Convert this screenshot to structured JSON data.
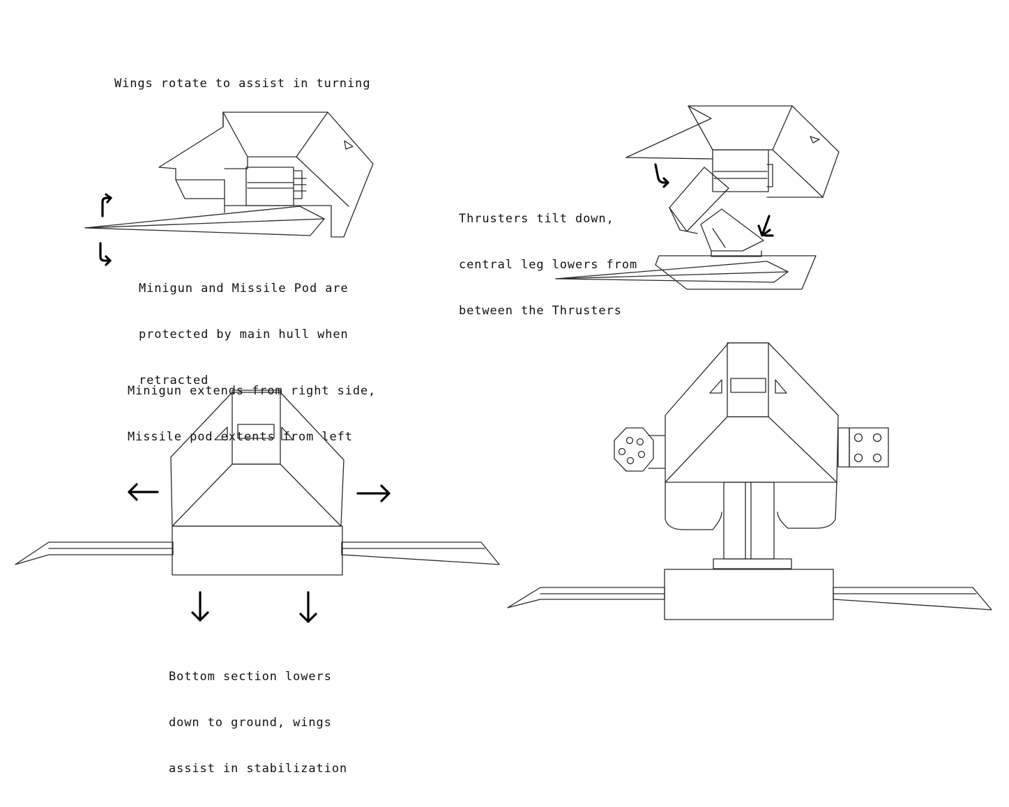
{
  "captions": {
    "wings": "Wings rotate to assist in turning",
    "guns_protected": [
      "Minigun and Missile Pod are",
      "protected by main hull when",
      "retracted"
    ],
    "thrusters": [
      "Thrusters tilt down,",
      "central leg lowers from",
      "between the Thrusters"
    ],
    "weapons_extend": [
      "Minigun extends from right side,",
      "Missile pod extents from left"
    ],
    "bottom_section": [
      "Bottom section lowers",
      "down to ground, wings",
      "assist in stabilization"
    ]
  },
  "colors": {
    "ink": "#2a2a2a",
    "arrow": "#000000",
    "paper": "#ffffff"
  },
  "icons": [
    "curved-arrow-up-icon",
    "curved-arrow-down-icon",
    "arrow-left-icon",
    "arrow-right-icon",
    "arrow-down-icon"
  ]
}
